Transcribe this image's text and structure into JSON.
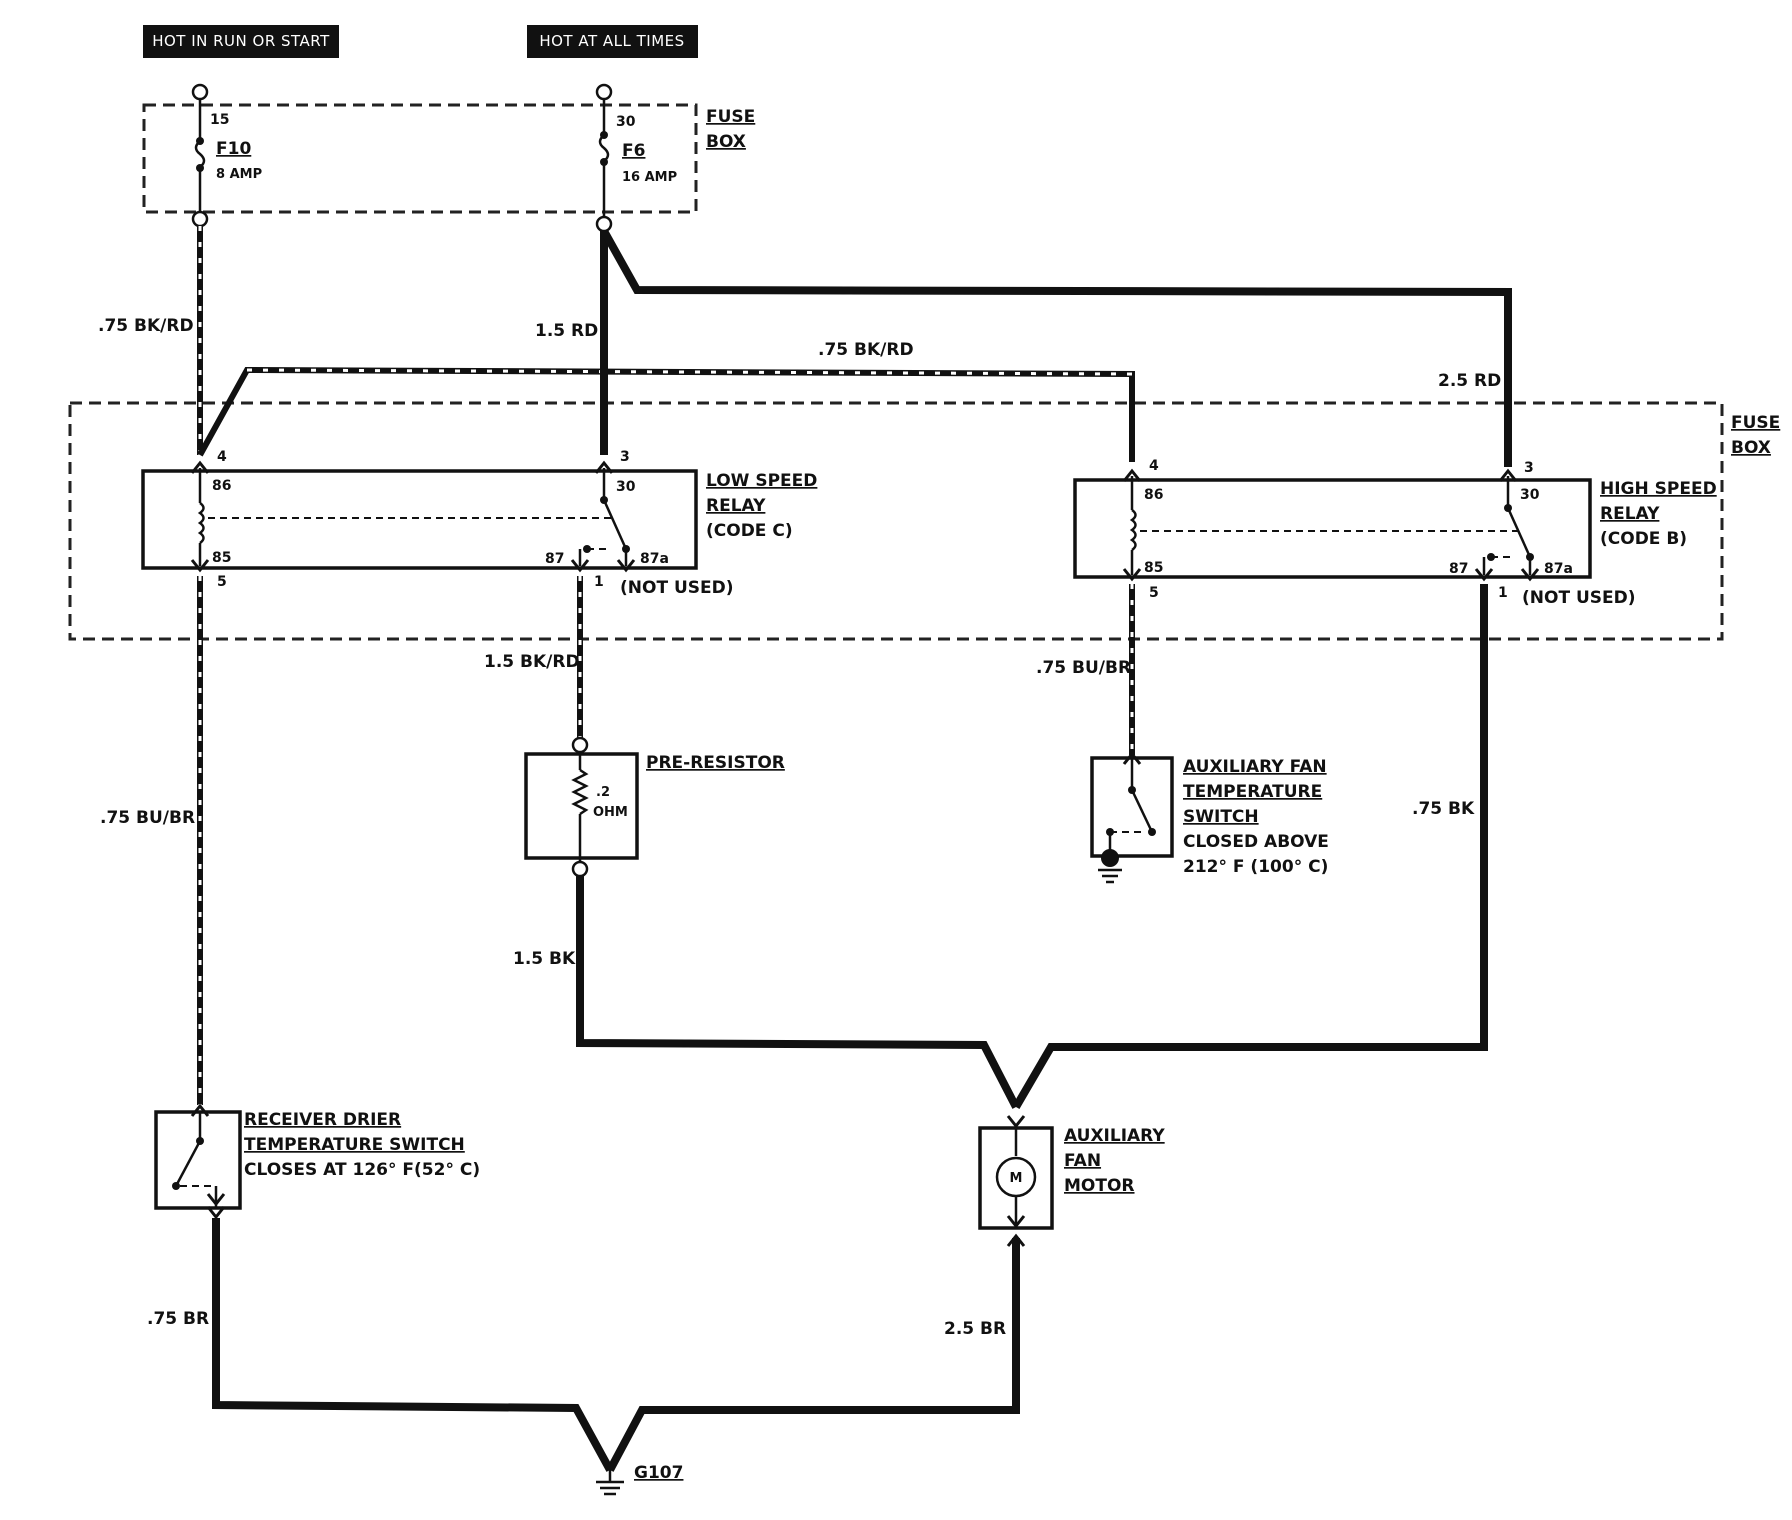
{
  "power_tags": {
    "run_start": "HOT IN RUN OR START",
    "all_times": "HOT AT ALL TIMES"
  },
  "fuse_box": {
    "label_line1": "FUSE",
    "label_line2": "BOX",
    "fuse_f10": {
      "pin": "15",
      "name": "F10",
      "rating": "8 AMP"
    },
    "fuse_f6": {
      "pin": "30",
      "name": "F6",
      "rating": "16 AMP"
    }
  },
  "relay_box": {
    "label_line1": "FUSE",
    "label_line2": "BOX"
  },
  "low_speed_relay": {
    "title_line1": "LOW SPEED",
    "title_line2": "RELAY",
    "code": "(CODE C)",
    "pins": {
      "p86": "86",
      "p85": "85",
      "p30": "30",
      "p87": "87",
      "p87a": "87a"
    },
    "connectors": {
      "c4": "4",
      "c5": "5",
      "c3": "3",
      "c1": "1"
    },
    "not_used": "(NOT USED)"
  },
  "high_speed_relay": {
    "title_line1": "HIGH SPEED",
    "title_line2": "RELAY",
    "code": "(CODE B)",
    "pins": {
      "p86": "86",
      "p85": "85",
      "p30": "30",
      "p87": "87",
      "p87a": "87a"
    },
    "connectors": {
      "c4": "4",
      "c5": "5",
      "c3": "3",
      "c1": "1"
    },
    "not_used": "(NOT USED)"
  },
  "wires": {
    "w_bk_rd_left": ".75 BK/RD",
    "w_rd_15": "1.5 RD",
    "w_bk_rd_top": ".75 BK/RD",
    "w_rd_25": "2.5 RD",
    "w_bk_rd_15": "1.5 BK/RD",
    "w_bu_br_right": ".75 BU/BR",
    "w_bu_br_left": ".75 BU/BR",
    "w_bk_15": "1.5 BK",
    "w_bk_075": ".75 BK",
    "w_br_075": ".75 BR",
    "w_br_25": "2.5 BR"
  },
  "pre_resistor": {
    "title": "PRE-RESISTOR",
    "value_line1": ".2",
    "value_line2": "OHM"
  },
  "aux_fan_temp_switch": {
    "title_line1": "AUXILIARY FAN",
    "title_line2": "TEMPERATURE",
    "title_line3": "SWITCH",
    "desc_line1": "CLOSED ABOVE",
    "desc_line2": "212° F (100° C)"
  },
  "receiver_drier_switch": {
    "title_line1": "RECEIVER DRIER",
    "title_line2": "TEMPERATURE SWITCH",
    "desc": "CLOSES AT 126° F(52° C)"
  },
  "aux_fan_motor": {
    "title_line1": "AUXILIARY",
    "title_line2": "FAN",
    "title_line3": "MOTOR",
    "symbol": "M"
  },
  "ground": {
    "name": "G107"
  }
}
